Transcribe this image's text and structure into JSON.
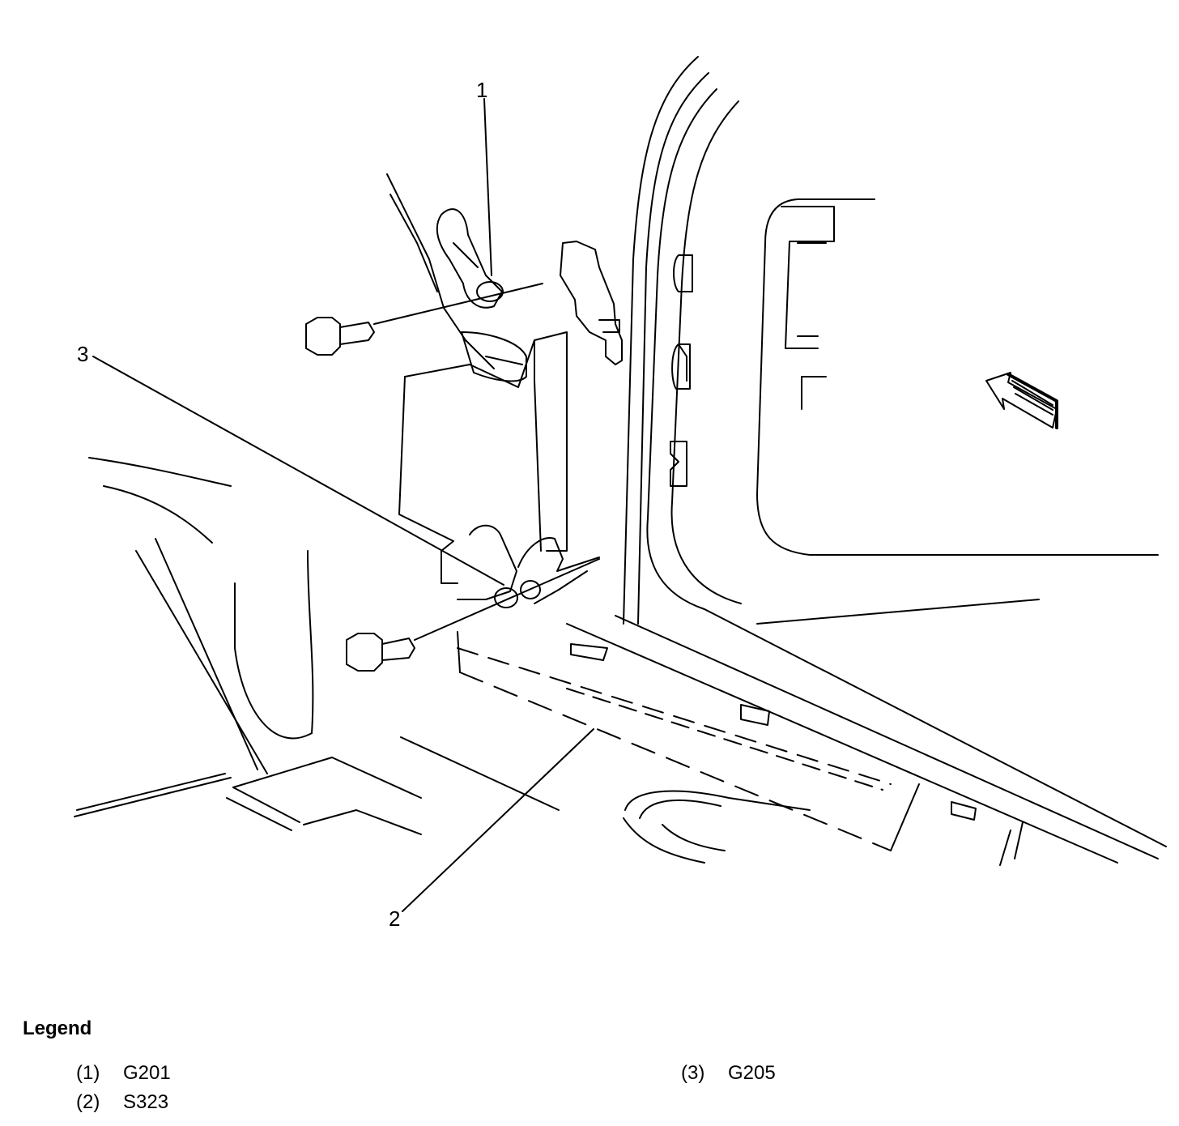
{
  "callouts": [
    {
      "id": "1",
      "label": "1"
    },
    {
      "id": "2",
      "label": "2"
    },
    {
      "id": "3",
      "label": "3"
    }
  ],
  "legend": {
    "title": "Legend",
    "items": [
      {
        "number": "(1)",
        "text": "G201"
      },
      {
        "number": "(2)",
        "text": "S323"
      },
      {
        "number": "(3)",
        "text": "G205"
      }
    ]
  },
  "icons": [
    "bolt-icon",
    "view-direction-arrow-icon"
  ]
}
